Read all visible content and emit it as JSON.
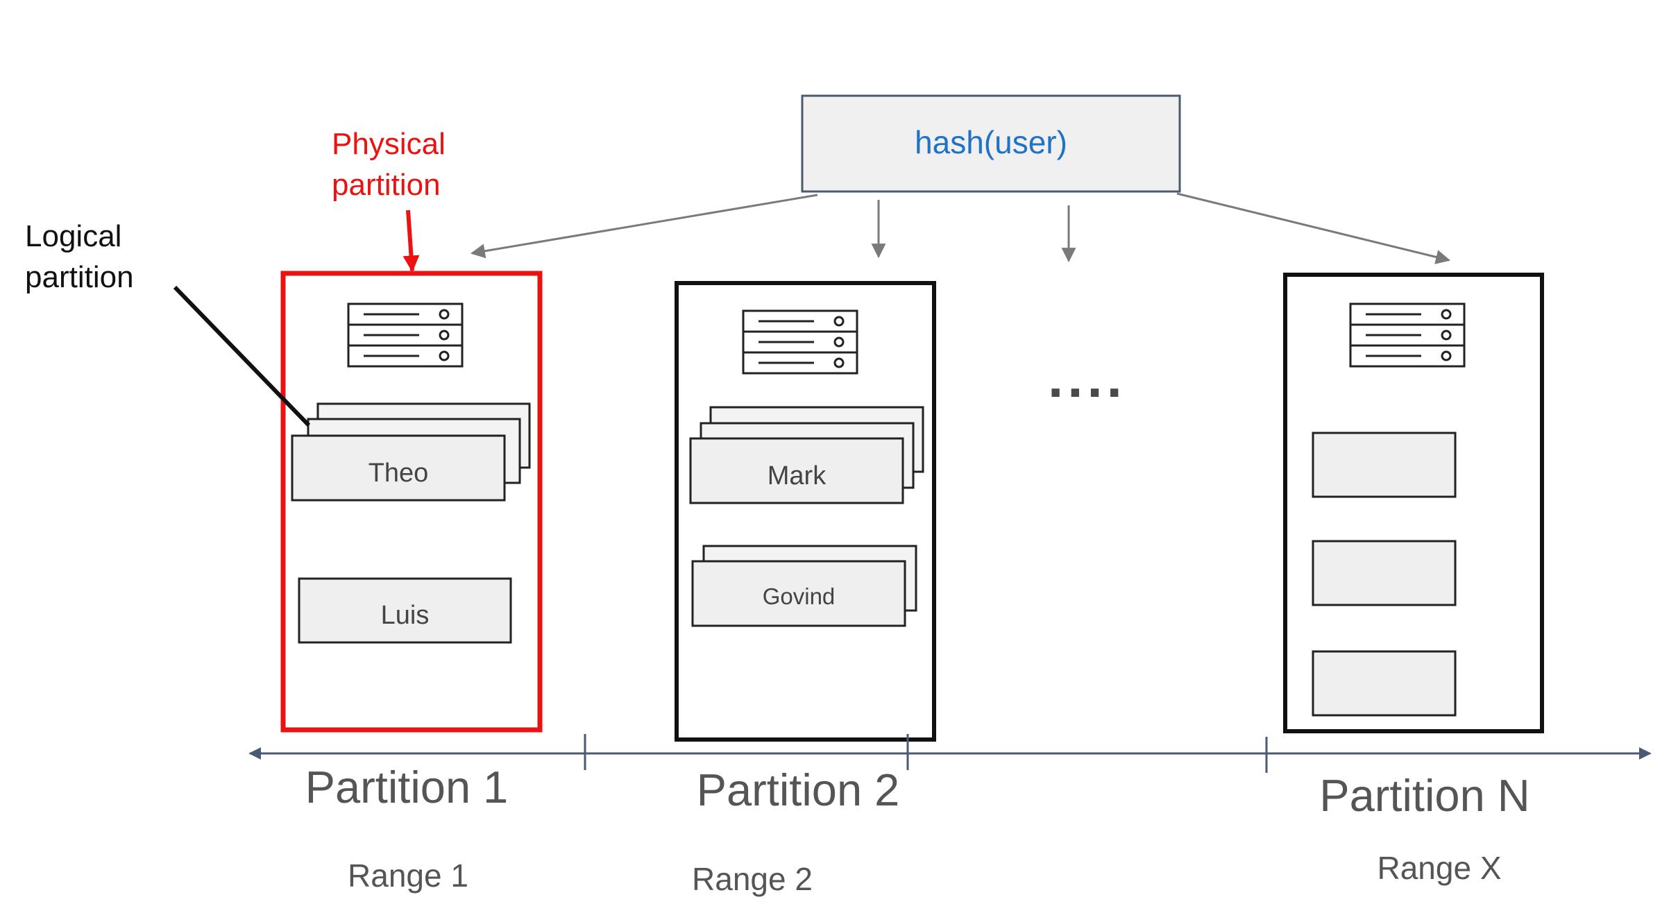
{
  "hash_box": {
    "label": "hash(user)"
  },
  "annotations": {
    "physical": {
      "line1": "Physical",
      "line2": "partition"
    },
    "logical": {
      "line1": "Logical",
      "line2": "partition"
    }
  },
  "ellipsis": "....",
  "partitions": [
    {
      "name": "Partition 1",
      "range": "Range 1",
      "items": [
        "Theo",
        "Luis"
      ],
      "highlighted": true
    },
    {
      "name": "Partition 2",
      "range": "Range 2",
      "items": [
        "Mark",
        "Govind"
      ]
    },
    {
      "name": "Partition N",
      "range": "Range X",
      "items": [
        "",
        "",
        ""
      ]
    }
  ],
  "colors": {
    "highlight": "#ee1111",
    "hash_text": "#1f72c6",
    "arrow": "#7a7a7a",
    "axis": "#4a5a75",
    "card_fill": "#efefef"
  }
}
